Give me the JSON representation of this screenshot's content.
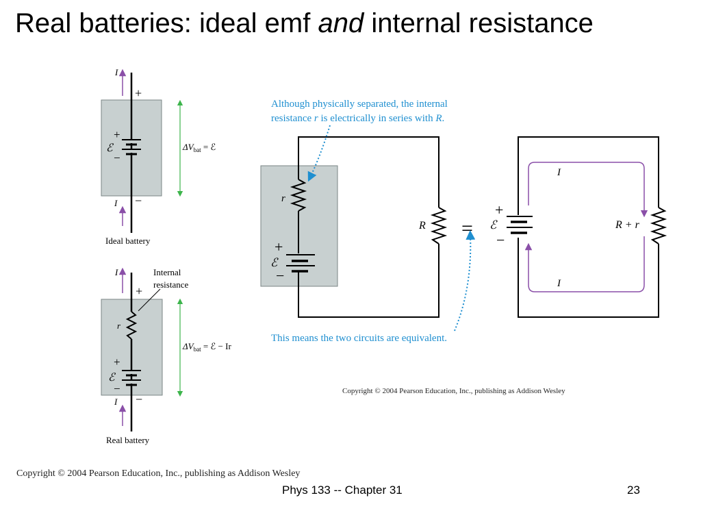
{
  "slide": {
    "title_part1": "Real batteries: ideal emf ",
    "title_em": "and",
    "title_part2": " internal resistance",
    "footer_center": "Phys 133 -- Chapter 31",
    "page_number": "23",
    "copyright_bottom": "Copyright © 2004 Pearson Education, Inc., publishing as Addison Wesley"
  },
  "ideal_battery": {
    "current": "I",
    "current_bottom": "I",
    "plus": "+",
    "minus": "−",
    "emf_plus": "+",
    "emf_minus": "−",
    "emf": "ℰ",
    "dv_delta": "ΔV",
    "dv_sub": "bat",
    "dv_rhs": " = ℰ",
    "caption": "Ideal battery"
  },
  "real_battery": {
    "current": "I",
    "current_bottom": "I",
    "plus": "+",
    "minus": "−",
    "emf_plus": "+",
    "emf_minus": "−",
    "emf": "ℰ",
    "resistor": "r",
    "internal_1": "Internal",
    "internal_2": "resistance",
    "dv_delta": "ΔV",
    "dv_sub": "bat",
    "dv_rhs": " = ℰ − Ir",
    "caption": "Real battery"
  },
  "circuits": {
    "note_top_1": "Although physically separated, the internal",
    "note_top_2a": "resistance ",
    "note_top_2r": "r",
    "note_top_2b": " is electrically in series with ",
    "note_top_2R": "R",
    "note_top_2c": ".",
    "note_bottom": "This means the two circuits are equivalent.",
    "r_label": "r",
    "R_label": "R",
    "emf_label": "ℰ",
    "plus": "+",
    "minus": "−",
    "equals": "=",
    "emf_label2": "ℰ",
    "plus2": "+",
    "minus2": "−",
    "Rr_label": "R + r",
    "current_top": "I",
    "current_bottom": "I",
    "copyright": "Copyright © 2004 Pearson Education, Inc., publishing as Addison Wesley"
  },
  "colors": {
    "battery_fill": "#c8d0d0",
    "voltage_arrow": "#3cb44b",
    "current_arrow": "#8a4fa8",
    "annotation": "#1f8fd0"
  }
}
